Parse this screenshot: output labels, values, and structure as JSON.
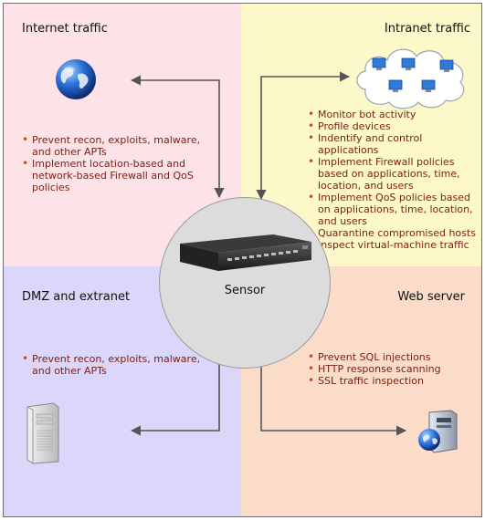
{
  "quadrants": {
    "internet": {
      "title": "Internet traffic",
      "bullets": [
        "Prevent recon, exploits, malware, and other APTs",
        "Implement location-based and network-based Firewall and QoS policies"
      ]
    },
    "intranet": {
      "title": "Intranet traffic",
      "bullets": [
        "Monitor bot activity",
        "Profile devices",
        "Indentify and control applications",
        "Implement Firewall policies based on applications, time, location, and users",
        "Implement QoS policies based on applications, time, location, and users",
        "Quarantine compromised hosts",
        "Inspect virtual-machine traffic"
      ]
    },
    "dmz": {
      "title": "DMZ and extranet",
      "bullets": [
        "Prevent recon, exploits, malware, and other APTs"
      ]
    },
    "webserver": {
      "title": "Web server",
      "bullets": [
        "Prevent SQL injections",
        "HTTP response scanning",
        "SSL traffic inspection"
      ]
    }
  },
  "sensor": {
    "label": "Sensor"
  },
  "icons": {
    "internet": "globe-icon",
    "intranet": "network-cloud-icon",
    "dmz": "server-tower-icon",
    "webserver": "web-server-icon",
    "sensor": "sensor-appliance-icon"
  },
  "colors": {
    "internet_bg": "#fde3e7",
    "intranet_bg": "#fdf8c9",
    "dmz_bg": "#dcd6fb",
    "webserver_bg": "#fbdcc8",
    "bullet_text": "#7a1e10",
    "bullet_dot": "#d9431a",
    "connector": "#555555"
  }
}
